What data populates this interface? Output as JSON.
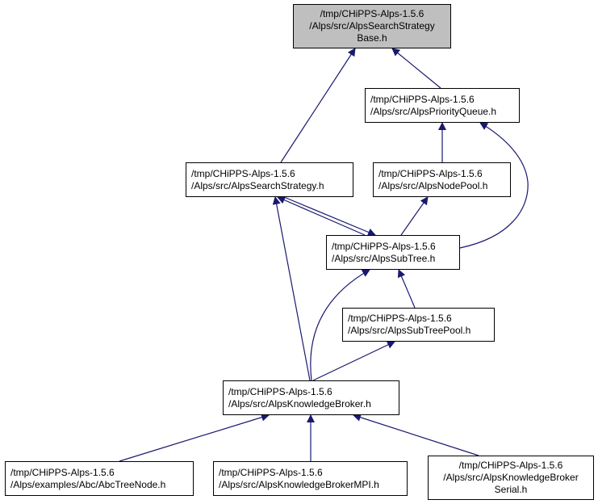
{
  "colors": {
    "edge": "#191970",
    "node_border": "#000000",
    "node_fill": "#ffffff",
    "current_node_fill": "#bfbfbf"
  },
  "nodes": {
    "search_strategy_base": {
      "lines": [
        "/tmp/CHiPPS-Alps-1.5.6",
        "/Alps/src/AlpsSearchStrategy",
        "Base.h"
      ],
      "current": true
    },
    "priority_queue": {
      "lines": [
        "/tmp/CHiPPS-Alps-1.5.6",
        "/Alps/src/AlpsPriorityQueue.h"
      ]
    },
    "search_strategy": {
      "lines": [
        "/tmp/CHiPPS-Alps-1.5.6",
        "/Alps/src/AlpsSearchStrategy.h"
      ]
    },
    "node_pool": {
      "lines": [
        "/tmp/CHiPPS-Alps-1.5.6",
        "/Alps/src/AlpsNodePool.h"
      ]
    },
    "sub_tree": {
      "lines": [
        "/tmp/CHiPPS-Alps-1.5.6",
        "/Alps/src/AlpsSubTree.h"
      ]
    },
    "sub_tree_pool": {
      "lines": [
        "/tmp/CHiPPS-Alps-1.5.6",
        "/Alps/src/AlpsSubTreePool.h"
      ]
    },
    "knowledge_broker": {
      "lines": [
        "/tmp/CHiPPS-Alps-1.5.6",
        "/Alps/src/AlpsKnowledgeBroker.h"
      ]
    },
    "abc_tree_node": {
      "lines": [
        "/tmp/CHiPPS-Alps-1.5.6",
        "/Alps/examples/Abc/AbcTreeNode.h"
      ]
    },
    "knowledge_broker_mpi": {
      "lines": [
        "/tmp/CHiPPS-Alps-1.5.6",
        "/Alps/src/AlpsKnowledgeBrokerMPI.h"
      ]
    },
    "knowledge_broker_serial": {
      "lines": [
        "/tmp/CHiPPS-Alps-1.5.6",
        "/Alps/src/AlpsKnowledgeBroker",
        "Serial.h"
      ]
    }
  },
  "edges": [
    {
      "from": "priority_queue",
      "to": "search_strategy_base"
    },
    {
      "from": "search_strategy",
      "to": "search_strategy_base"
    },
    {
      "from": "node_pool",
      "to": "priority_queue"
    },
    {
      "from": "sub_tree",
      "to": "priority_queue"
    },
    {
      "from": "sub_tree",
      "to": "search_strategy"
    },
    {
      "from": "search_strategy",
      "to": "sub_tree"
    },
    {
      "from": "knowledge_broker",
      "to": "search_strategy"
    },
    {
      "from": "sub_tree",
      "to": "node_pool"
    },
    {
      "from": "sub_tree_pool",
      "to": "sub_tree"
    },
    {
      "from": "knowledge_broker",
      "to": "sub_tree"
    },
    {
      "from": "knowledge_broker",
      "to": "sub_tree_pool"
    },
    {
      "from": "abc_tree_node",
      "to": "knowledge_broker"
    },
    {
      "from": "knowledge_broker_mpi",
      "to": "knowledge_broker"
    },
    {
      "from": "knowledge_broker_serial",
      "to": "knowledge_broker"
    }
  ]
}
